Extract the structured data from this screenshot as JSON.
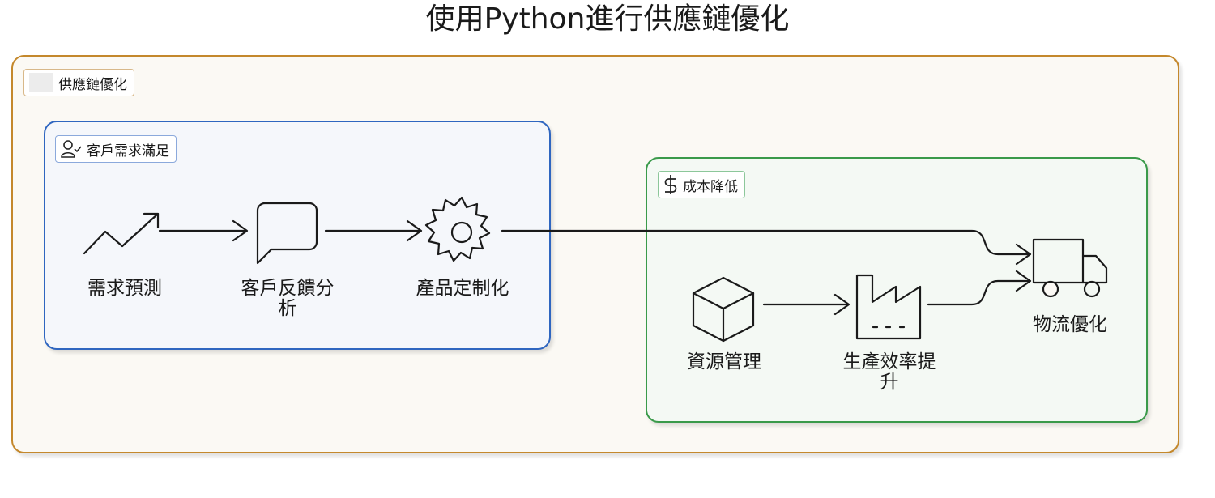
{
  "title": "使用Python進行供應鏈優化",
  "groups": {
    "outer": {
      "label": "供應鏈優化"
    },
    "customer": {
      "label": "客戶需求滿足",
      "icon": "user-check-icon"
    },
    "cost": {
      "label": "成本降低",
      "icon": "dollar-icon"
    }
  },
  "nodes": {
    "demand_forecast": {
      "label": "需求預測",
      "icon": "trend-up-icon"
    },
    "feedback": {
      "label_line1": "客戶反饋分",
      "label_line2": "析",
      "icon": "message-square-icon"
    },
    "customization": {
      "label": "產品定制化",
      "icon": "gear-icon"
    },
    "resource": {
      "label": "資源管理",
      "icon": "box-icon"
    },
    "production": {
      "label_line1": "生產效率提",
      "label_line2": "升",
      "icon": "factory-icon"
    },
    "logistics": {
      "label": "物流優化",
      "icon": "truck-icon"
    }
  },
  "edges": [
    {
      "from": "demand_forecast",
      "to": "feedback"
    },
    {
      "from": "feedback",
      "to": "customization"
    },
    {
      "from": "customization",
      "to": "logistics"
    },
    {
      "from": "resource",
      "to": "production"
    },
    {
      "from": "production",
      "to": "logistics"
    }
  ]
}
